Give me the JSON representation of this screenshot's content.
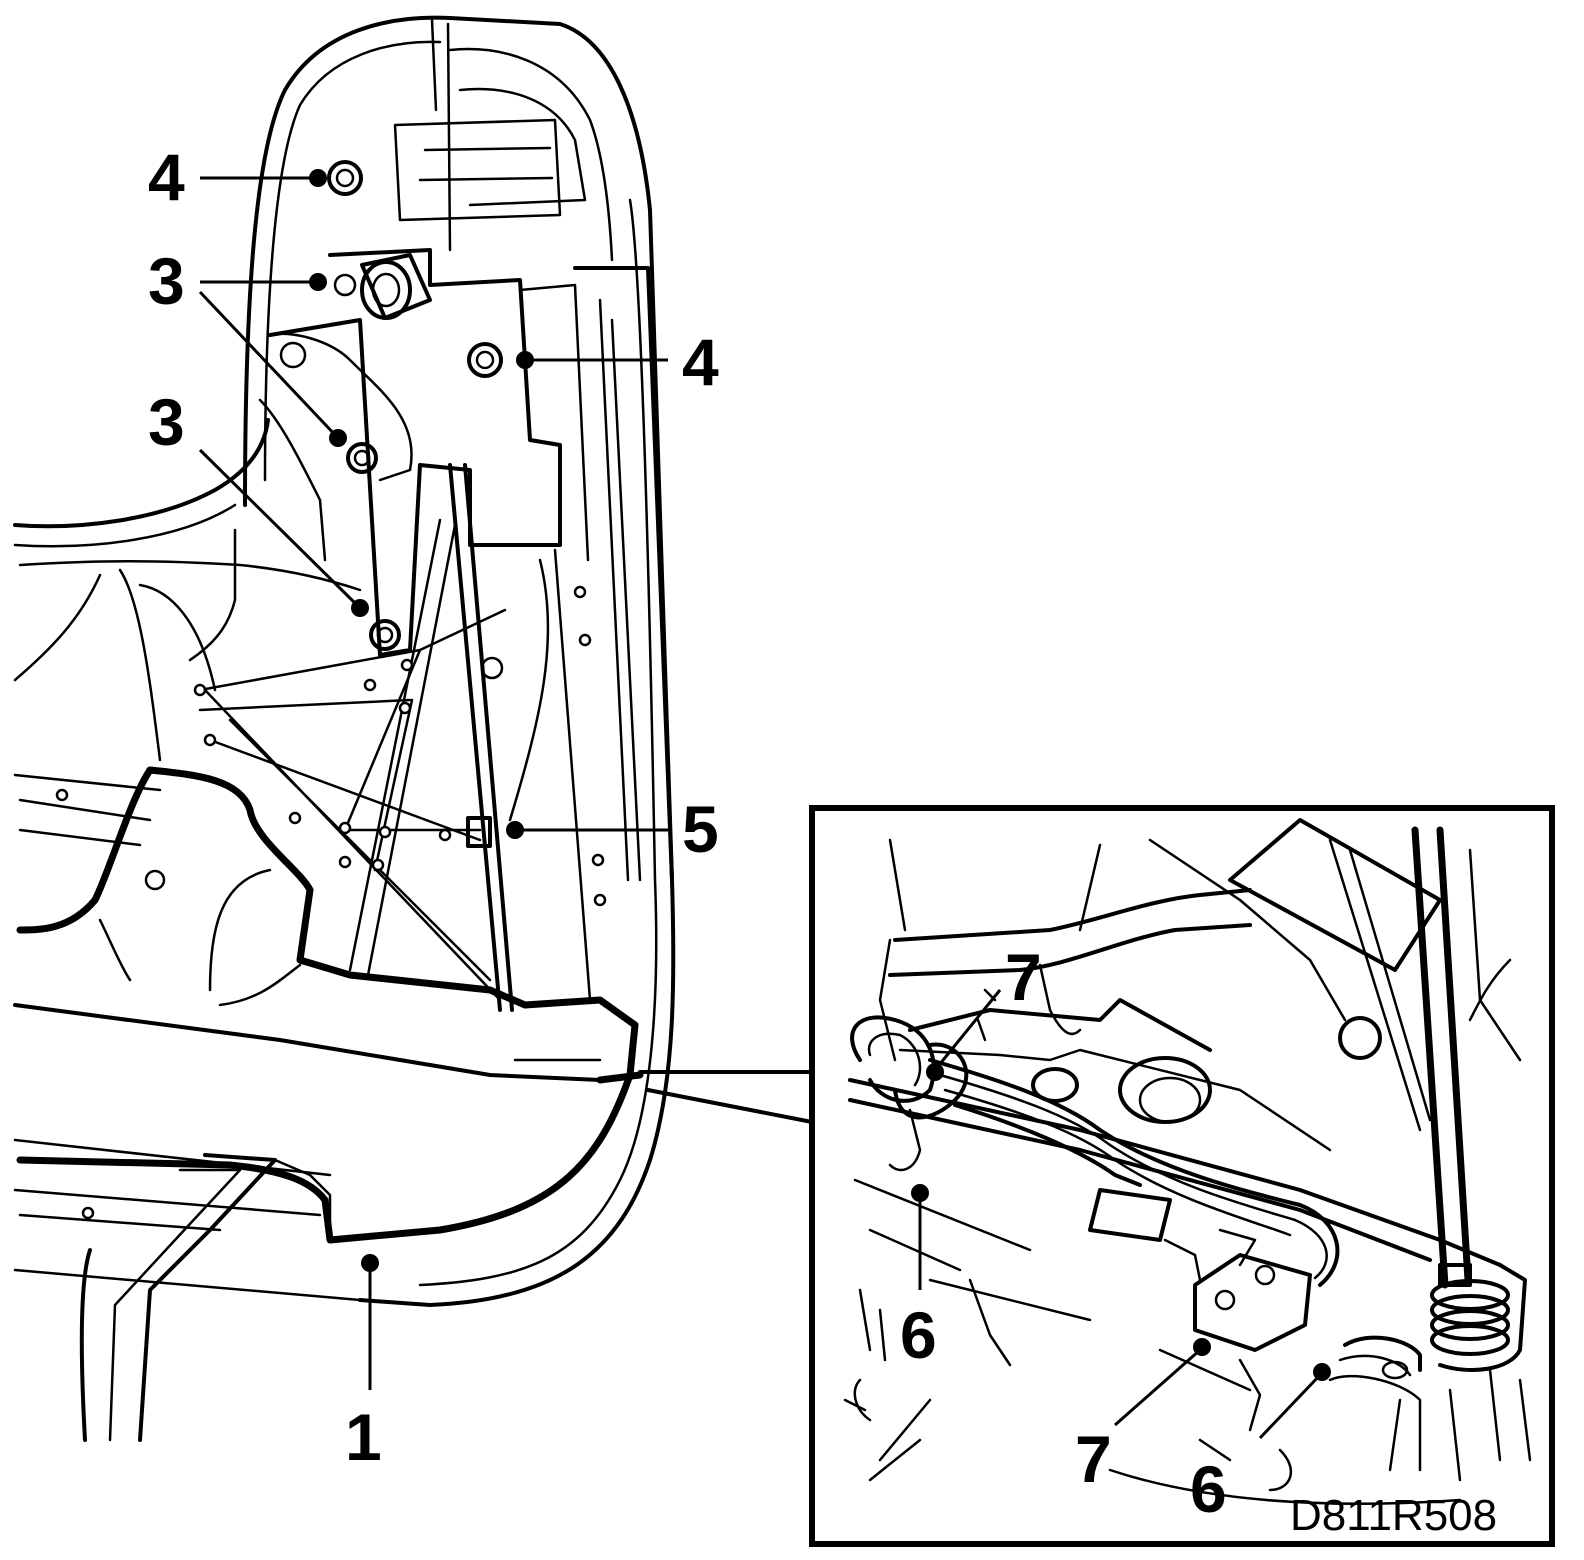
{
  "figure": {
    "code": "D811R508",
    "callouts": {
      "c1": "1",
      "c3a": "3",
      "c3b": "3",
      "c4a": "4",
      "c4b": "4",
      "c5": "5",
      "c6a": "6",
      "c6b": "6",
      "c7a": "7",
      "c7b": "7"
    }
  }
}
